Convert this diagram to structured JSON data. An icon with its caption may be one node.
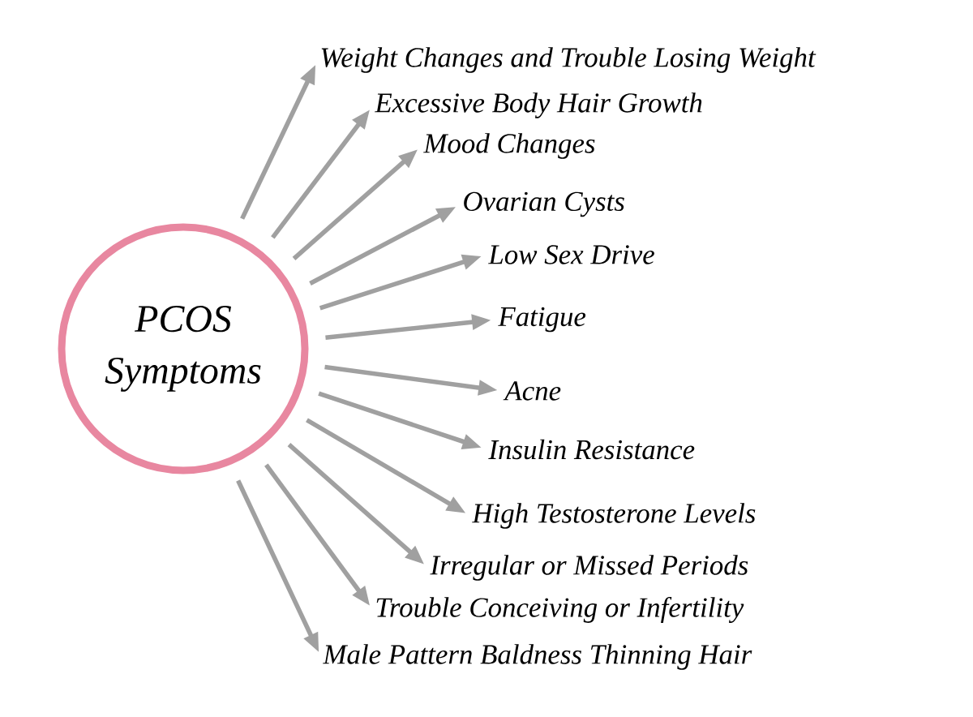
{
  "diagram": {
    "nodes": [
      {
        "text": [
          "PCOS Symptoms"
        ]
      },
      {
        "text": [
          "Weight Changes and Trouble Losing Weight"
        ]
      },
      {
        "text": [
          "Excessive Body Hair Growth"
        ]
      },
      {
        "text": [
          "Mood Changes"
        ]
      },
      {
        "text": [
          "Ovarian Cysts"
        ]
      },
      {
        "text": [
          "Low Sex Drive"
        ]
      },
      {
        "text": [
          "Fatigue"
        ]
      },
      {
        "text": [
          "Acne"
        ]
      },
      {
        "text": [
          "Insulin Resistance"
        ]
      },
      {
        "text": [
          "High Testosterone Levels"
        ]
      },
      {
        "text": [
          "Irregular or Missed Periods"
        ]
      },
      {
        "text": [
          "Trouble Conceiving or Infertility"
        ]
      },
      {
        "text": [
          "Male Pattern Baldness Thinning Hair"
        ]
      }
    ],
    "edges": [
      {
        "from": 0,
        "to": 1,
        "arrow": "to"
      },
      {
        "from": 0,
        "to": 2,
        "arrow": "to"
      },
      {
        "from": 0,
        "to": 3,
        "arrow": "to"
      },
      {
        "from": 0,
        "to": 4,
        "arrow": "to"
      },
      {
        "from": 0,
        "to": 5,
        "arrow": "to"
      },
      {
        "from": 0,
        "to": 6,
        "arrow": "to"
      },
      {
        "from": 0,
        "to": 7,
        "arrow": "to"
      },
      {
        "from": 0,
        "to": 8,
        "arrow": "to"
      },
      {
        "from": 0,
        "to": 9,
        "arrow": "to"
      },
      {
        "from": 0,
        "to": 10,
        "arrow": "to"
      },
      {
        "from": 0,
        "to": 11,
        "arrow": "to"
      },
      {
        "from": 0,
        "to": 12,
        "arrow": "to"
      }
    ]
  }
}
